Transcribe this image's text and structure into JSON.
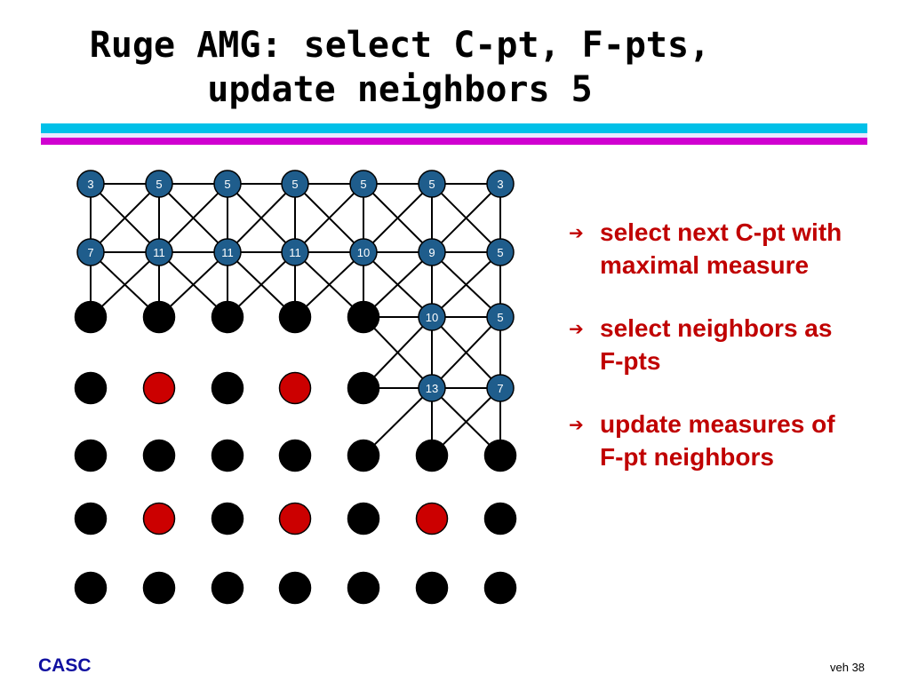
{
  "slide": {
    "title_line1": "Ruge AMG: select C-pt, F-pts,",
    "title_line2": "update neighbors 5",
    "footer_left": "CASC",
    "footer_right": "veh 38"
  },
  "bullets": [
    {
      "text": "select next C-pt with maximal measure",
      "icon": "right-arrow-icon"
    },
    {
      "text": "select neighbors as F-pts",
      "icon": "right-arrow-icon"
    },
    {
      "text": "update measures of F-pt neighbors",
      "icon": "right-arrow-icon"
    }
  ],
  "colors": {
    "unassigned": "#1f5d8c",
    "fine": "#000000",
    "coarse": "#cc0000",
    "bullet_text": "#c00000",
    "footer": "#1010a0",
    "rule_cyan": "#00c0e8",
    "rule_magenta": "#d000d0"
  },
  "grid": {
    "rows": 7,
    "cols": 7,
    "state_legend": {
      "U": "unassigned (measure shown)",
      "F": "F-point",
      "C": "C-point"
    },
    "nodes": [
      [
        {
          "s": "U",
          "m": "3"
        },
        {
          "s": "U",
          "m": "5"
        },
        {
          "s": "U",
          "m": "5"
        },
        {
          "s": "U",
          "m": "5"
        },
        {
          "s": "U",
          "m": "5"
        },
        {
          "s": "U",
          "m": "5"
        },
        {
          "s": "U",
          "m": "3"
        }
      ],
      [
        {
          "s": "U",
          "m": "7"
        },
        {
          "s": "U",
          "m": "11"
        },
        {
          "s": "U",
          "m": "11"
        },
        {
          "s": "U",
          "m": "11"
        },
        {
          "s": "U",
          "m": "10"
        },
        {
          "s": "U",
          "m": "9"
        },
        {
          "s": "U",
          "m": "5"
        }
      ],
      [
        {
          "s": "F"
        },
        {
          "s": "F"
        },
        {
          "s": "F"
        },
        {
          "s": "F"
        },
        {
          "s": "F"
        },
        {
          "s": "U",
          "m": "10"
        },
        {
          "s": "U",
          "m": "5"
        }
      ],
      [
        {
          "s": "F"
        },
        {
          "s": "C"
        },
        {
          "s": "F"
        },
        {
          "s": "C"
        },
        {
          "s": "F"
        },
        {
          "s": "U",
          "m": "13"
        },
        {
          "s": "U",
          "m": "7"
        }
      ],
      [
        {
          "s": "F"
        },
        {
          "s": "F"
        },
        {
          "s": "F"
        },
        {
          "s": "F"
        },
        {
          "s": "F"
        },
        {
          "s": "F"
        },
        {
          "s": "F"
        }
      ],
      [
        {
          "s": "F"
        },
        {
          "s": "C"
        },
        {
          "s": "F"
        },
        {
          "s": "C"
        },
        {
          "s": "F"
        },
        {
          "s": "C"
        },
        {
          "s": "F"
        }
      ],
      [
        {
          "s": "F"
        },
        {
          "s": "F"
        },
        {
          "s": "F"
        },
        {
          "s": "F"
        },
        {
          "s": "F"
        },
        {
          "s": "F"
        },
        {
          "s": "F"
        }
      ]
    ]
  }
}
